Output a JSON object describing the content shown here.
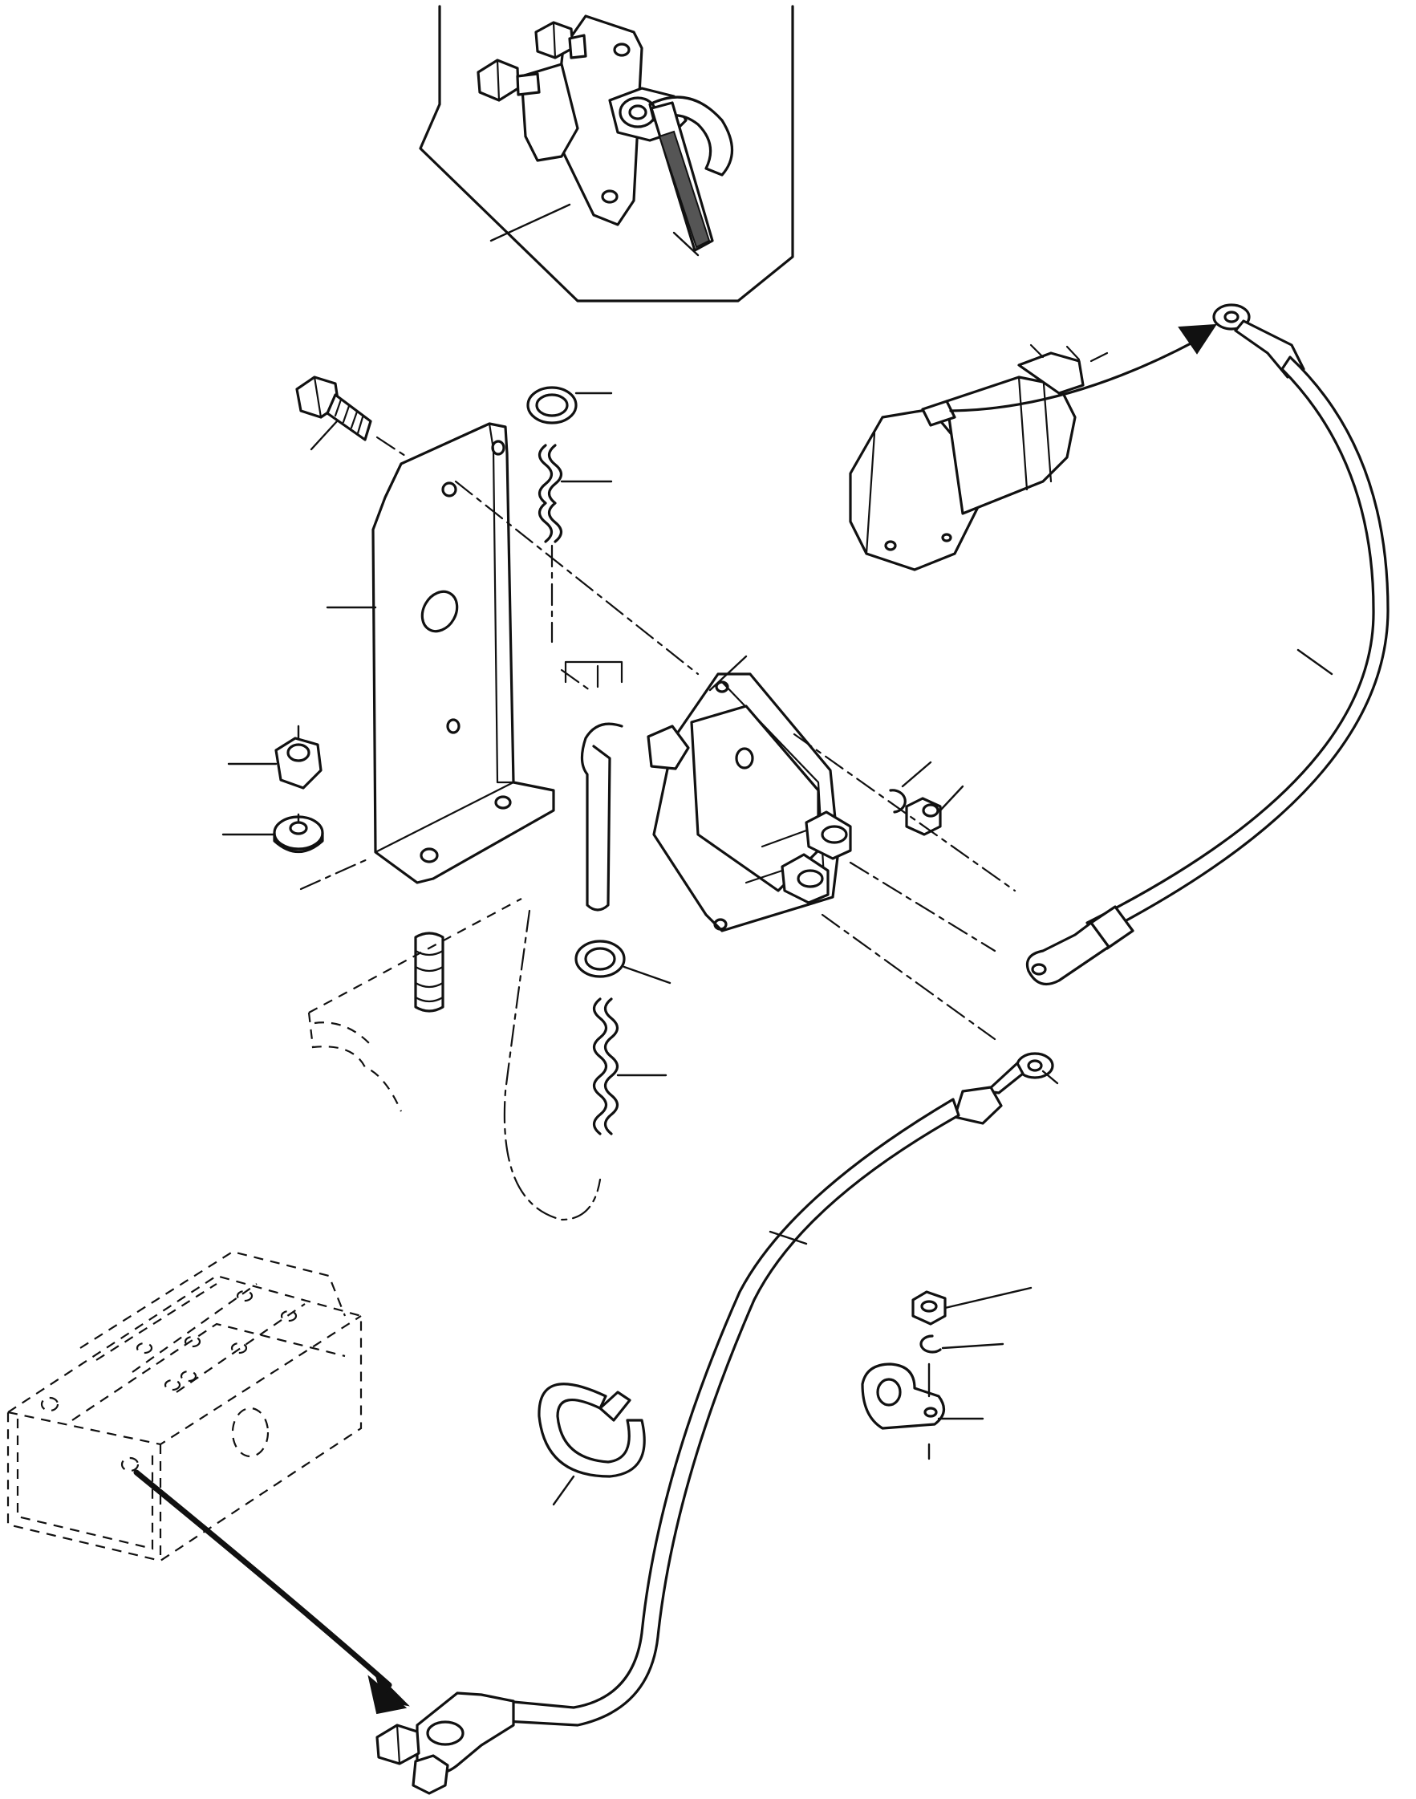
{
  "diagram": {
    "colors": {
      "ink": "#111111",
      "background": "#ffffff"
    },
    "components": [
      "battery-isolator-switch-inset",
      "mounting-bracket",
      "bolt",
      "o-ring",
      "chain",
      "nut",
      "washer",
      "solenoid-switch",
      "starter-motor",
      "starter-cable",
      "battery-cable",
      "battery",
      "battery-terminal-clamp",
      "circlip",
      "cable-clamp",
      "stud"
    ]
  }
}
